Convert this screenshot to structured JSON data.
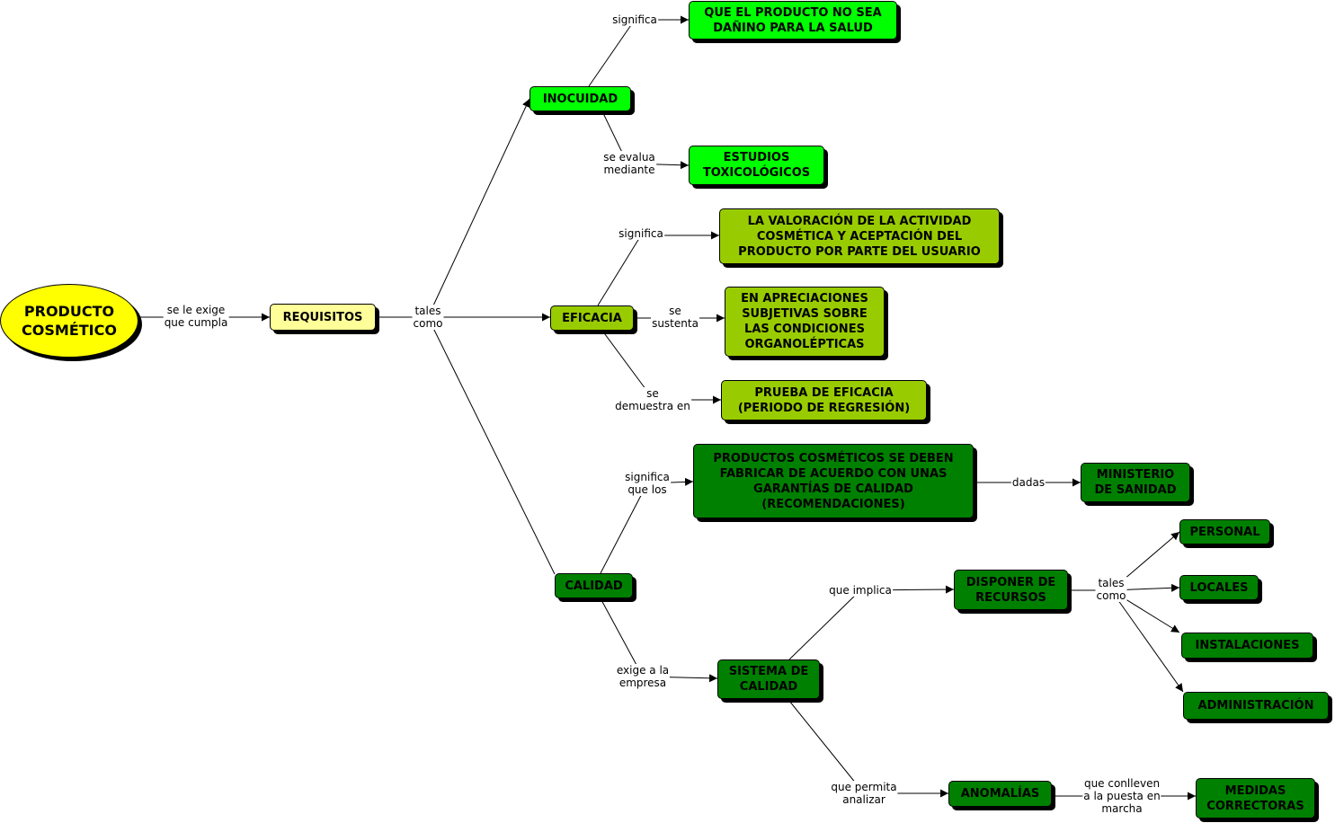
{
  "colors": {
    "root": "#ffff00",
    "requisitos": "#ffff99",
    "inocuidad": "#00ff00",
    "eficacia": "#99cc00",
    "calidad": "#008000",
    "line": "#000000"
  },
  "nodes": {
    "producto": "PRODUCTO\nCOSMÉTICO",
    "requisitos": "REQUISITOS",
    "inocuidad": "INOCUIDAD",
    "no_danino": "QUE EL PRODUCTO NO SEA\nDAÑINO PARA LA SALUD",
    "estudios": "ESTUDIOS\nTOXICOLÓGICOS",
    "eficacia": "EFICACIA",
    "valoracion": "LA VALORACIÓN DE LA ACTIVIDAD\nCOSMÉTICA Y ACEPTACIÓN DEL\nPRODUCTO POR PARTE DEL USUARIO",
    "apreciaciones": "EN APRECIACIONES\nSUBJETIVAS SOBRE\nLAS CONDICIONES\nORGANOLÉPTICAS",
    "prueba": "PRUEBA DE EFICACIA\n(PERIODO DE REGRESIÓN)",
    "calidad": "CALIDAD",
    "productos_deben": "PRODUCTOS COSMÉTICOS SE DEBEN\nFABRICAR DE ACUERDO CON UNAS\nGARANTÍAS DE CALIDAD\n(RECOMENDACIONES)",
    "ministerio": "MINISTERIO\nDE SANIDAD",
    "sistema": "SISTEMA DE\nCALIDAD",
    "disponer": "DISPONER DE\nRECURSOS",
    "personal": "PERSONAL",
    "locales": "LOCALES",
    "instalaciones": "INSTALACIONES",
    "administracion": "ADMINISTRACIÓN",
    "anomalias": "ANOMALÍAS",
    "medidas": "MEDIDAS\nCORRECTORAS"
  },
  "links": {
    "se_le_exige": "se le exige\nque cumpla",
    "tales_como_1": "tales\ncomo",
    "significa_1": "significa",
    "se_evalua": "se evalua\nmediante",
    "significa_2": "significa",
    "se_sustenta": "se\nsustenta",
    "se_demuestra": "se\ndemuestra en",
    "significa_que_los": "significa\nque los",
    "dadas": "dadas",
    "exige_empresa": "exige a la\nempresa",
    "que_implica": "que implica",
    "tales_como_2": "tales\ncomo",
    "que_permita": "que permita\nanalizar",
    "que_conlleven": "que conlleven\na la puesta en\nmarcha"
  }
}
